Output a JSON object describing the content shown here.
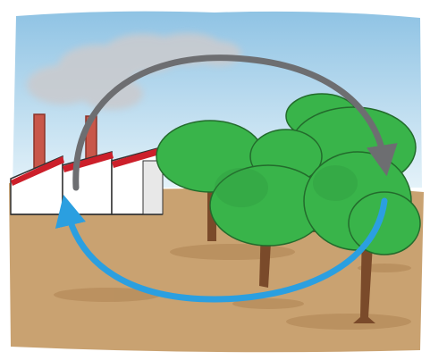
{
  "illustration": {
    "subject": "carbon-cycle",
    "colors": {
      "sky_top": "#8fc3e4",
      "sky_bottom": "#dff0f8",
      "ground": "#c9a271",
      "ground_shadow": "#b58a5a",
      "factory_wall": "#ffffff",
      "factory_roof": "#cc1f2a",
      "chimney": "#c8574a",
      "smoke": "#c9cbcf",
      "tree_foliage": "#39b44a",
      "tree_foliage_dark": "#2a8d3a",
      "trunk": "#7a4a2a",
      "emission_arrow": "#6d6e71",
      "absorption_arrow": "#2b9fe0"
    },
    "arrows": [
      {
        "name": "emission-arrow",
        "direction": "clockwise",
        "from": "factory",
        "to": "trees"
      },
      {
        "name": "absorption-arrow",
        "direction": "clockwise",
        "from": "trees",
        "to": "factory"
      }
    ]
  }
}
